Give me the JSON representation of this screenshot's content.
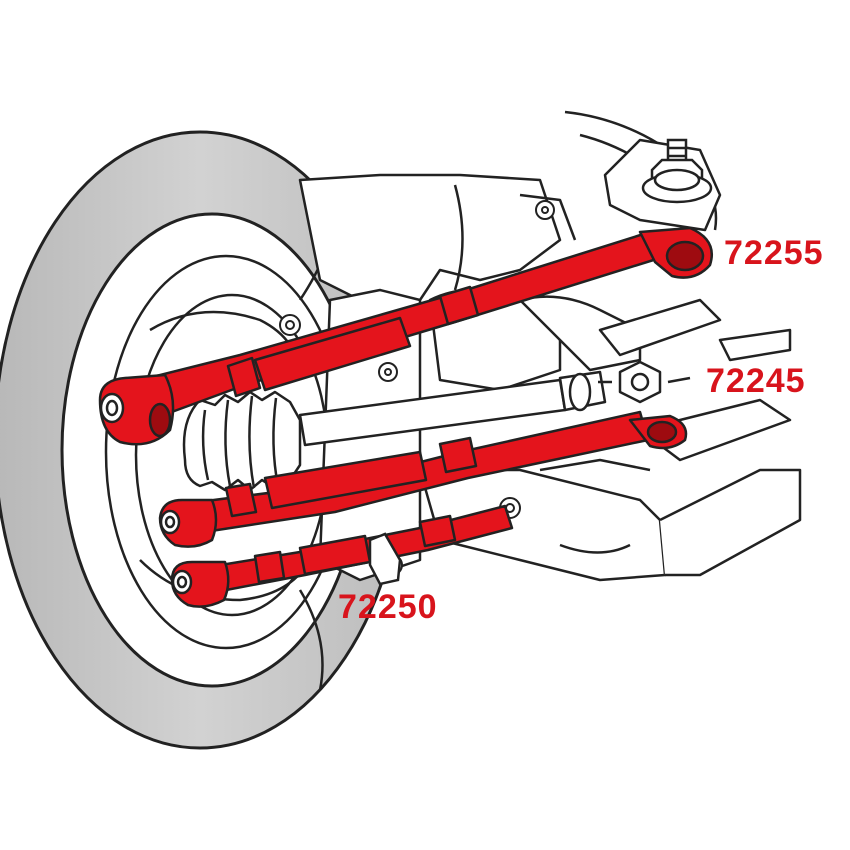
{
  "diagram": {
    "colors": {
      "highlight": "#e4141c",
      "highlight_dark": "#9e0b10",
      "outline": "#222222",
      "tire": "#c8c8c8",
      "label": "#d8141c"
    },
    "labels": {
      "upper_arm": "72255",
      "middle_arm": "72245",
      "lower_arm": "72250"
    }
  }
}
